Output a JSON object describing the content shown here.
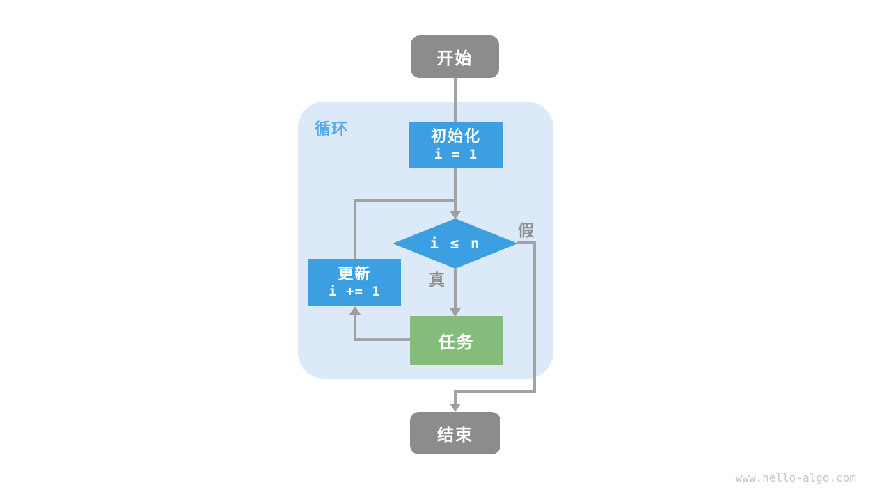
{
  "diagram": {
    "loop_label": "循环",
    "nodes": {
      "start": {
        "label": "开始"
      },
      "init": {
        "label": "初始化",
        "code": "i = 1"
      },
      "condition": {
        "label": "i ≤ n"
      },
      "update": {
        "label": "更新",
        "code": "i += 1"
      },
      "task": {
        "label": "任务"
      },
      "end": {
        "label": "结束"
      }
    },
    "branch_labels": {
      "true": "真",
      "false": "假"
    },
    "colors": {
      "node_blue": "#3C9FE1",
      "node_green": "#84BC7C",
      "node_gray": "#8C8C8C",
      "loop_background": "#DBE9F8",
      "loop_label_blue": "#55AAE8",
      "line_gray": "#A3A3A3",
      "branch_label_gray": "#909090"
    }
  },
  "watermark": "www.hello-algo.com"
}
